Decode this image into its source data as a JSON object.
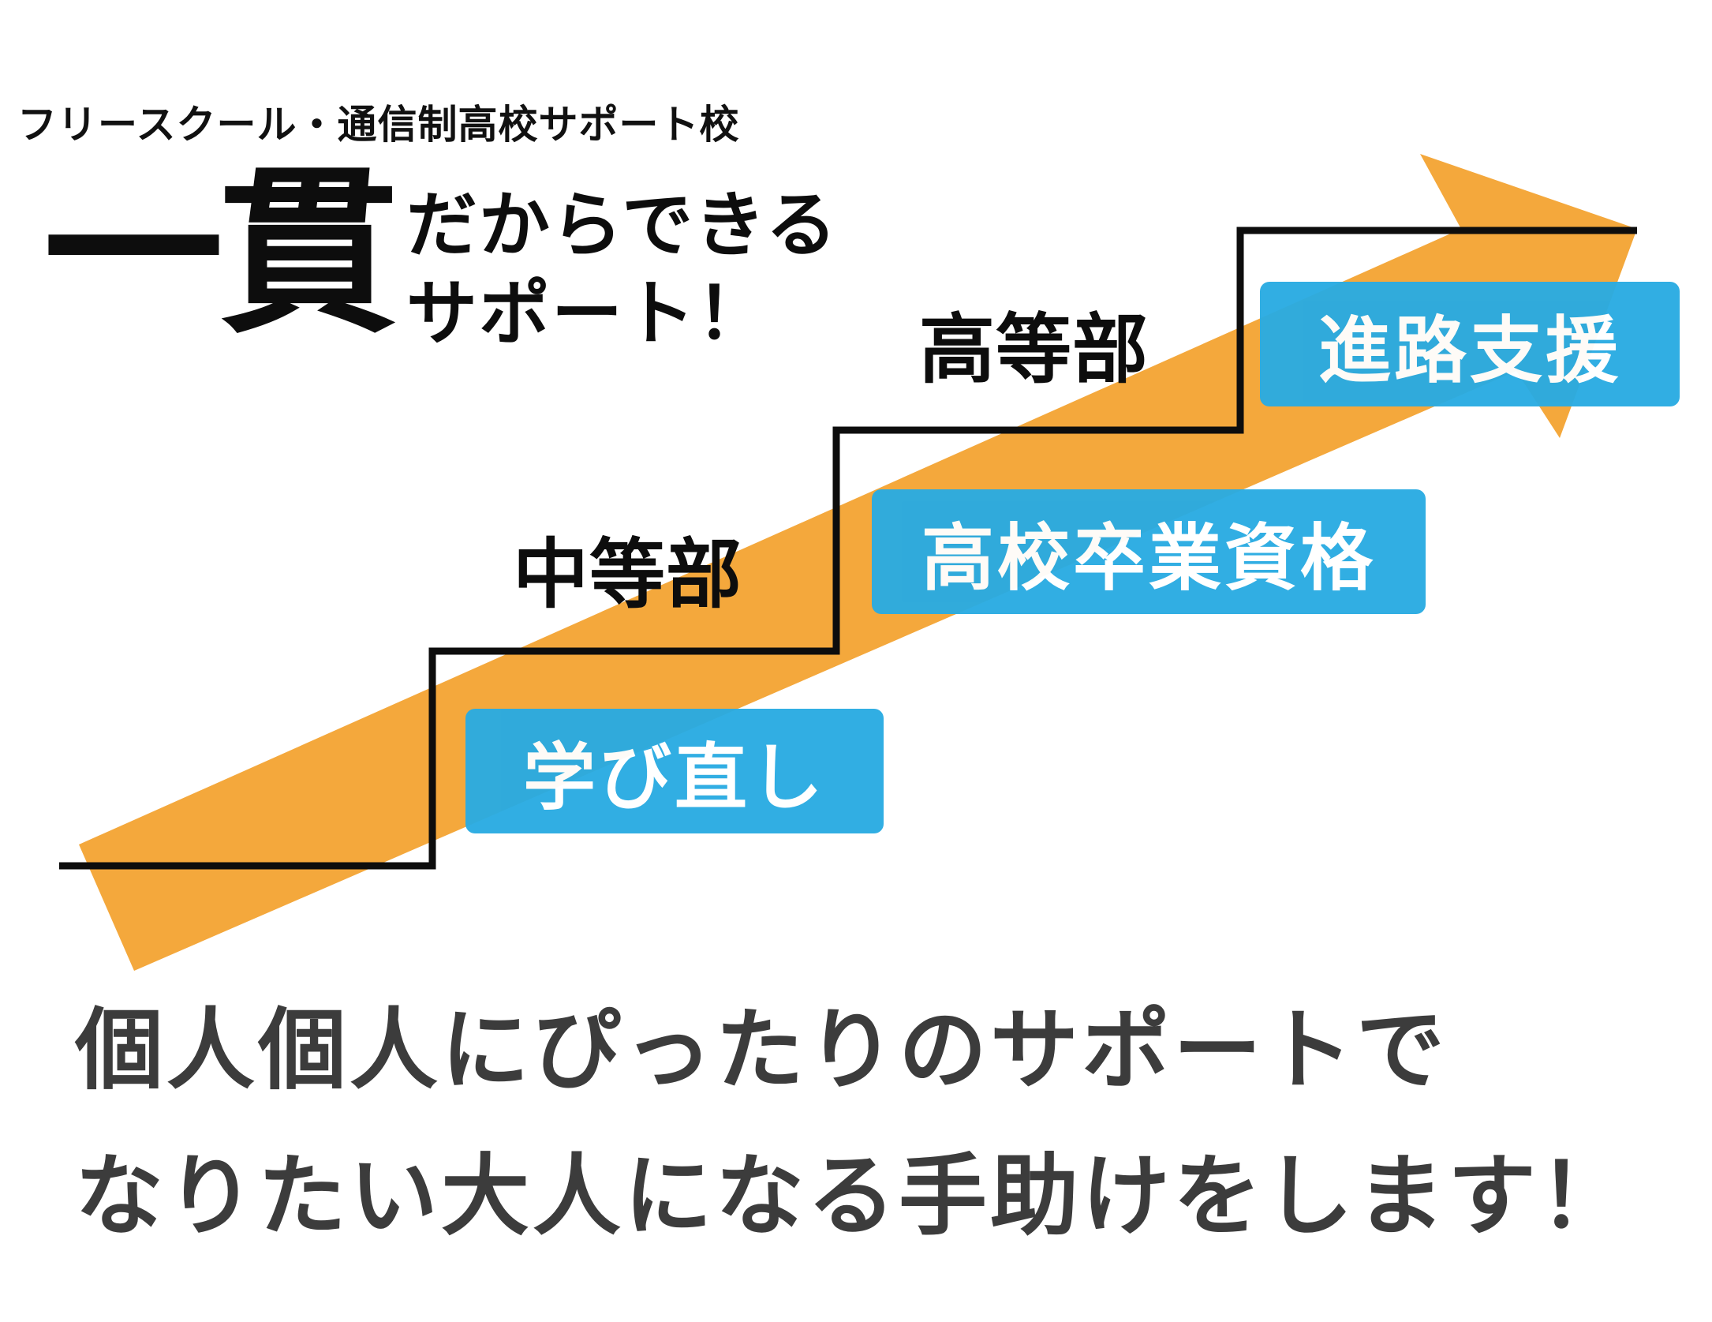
{
  "header": {
    "subtitle": "フリースクール・通信制高校サポート校",
    "big_kanji": "一貫",
    "headline_line1": "だからできる",
    "headline_line2": "サポート！"
  },
  "steps": [
    {
      "level": "中等部",
      "badge": "学び直し"
    },
    {
      "level": "中等部",
      "badge": "高校卒業資格"
    },
    {
      "level": "高等部",
      "badge": "進路支援"
    }
  ],
  "levels": {
    "middle": "中等部",
    "high": "高等部"
  },
  "badges": {
    "first": "学び直し",
    "second": "高校卒業資格",
    "third": "進路支援"
  },
  "message": {
    "line1": "個人個人にぴったりのサポートで",
    "line2": "なりたい大人になる手助けをします！"
  },
  "colors": {
    "arrow": "#f4a83c",
    "badge": "#29abe2",
    "stairs": "#0d0d0d",
    "message_text": "#3c3c3c"
  }
}
